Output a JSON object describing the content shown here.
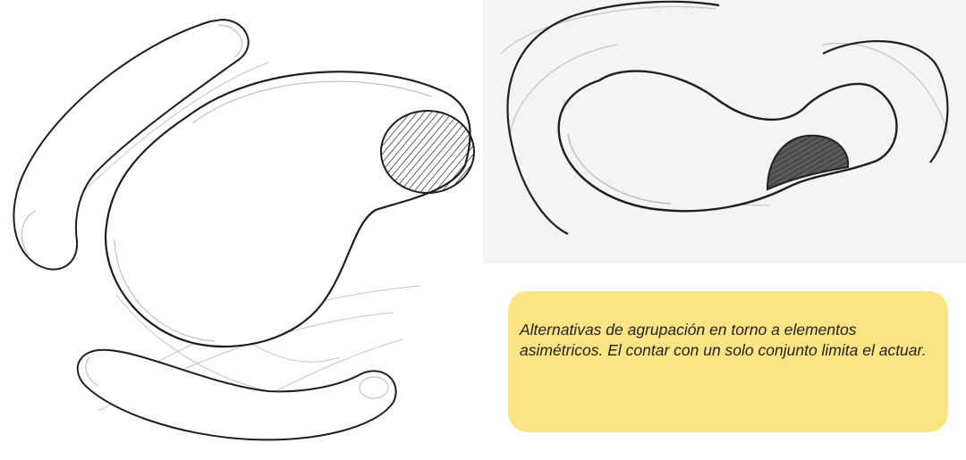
{
  "note": {
    "text": "Alternativas de agrupación en torno a elementos asimétricos. El contar con un solo conjunto limita el actuar.",
    "background_color": "#fce484"
  },
  "colors": {
    "pencil_dark": "#1e1e1e",
    "pencil_light": "#b8b8b8",
    "paper_left": "#ffffff",
    "paper_right": "#f4f4f4"
  },
  "sketches": [
    {
      "name": "sketch-left",
      "description_icon": "pencil-sketch-icon"
    },
    {
      "name": "sketch-right",
      "description_icon": "pencil-sketch-icon"
    }
  ]
}
